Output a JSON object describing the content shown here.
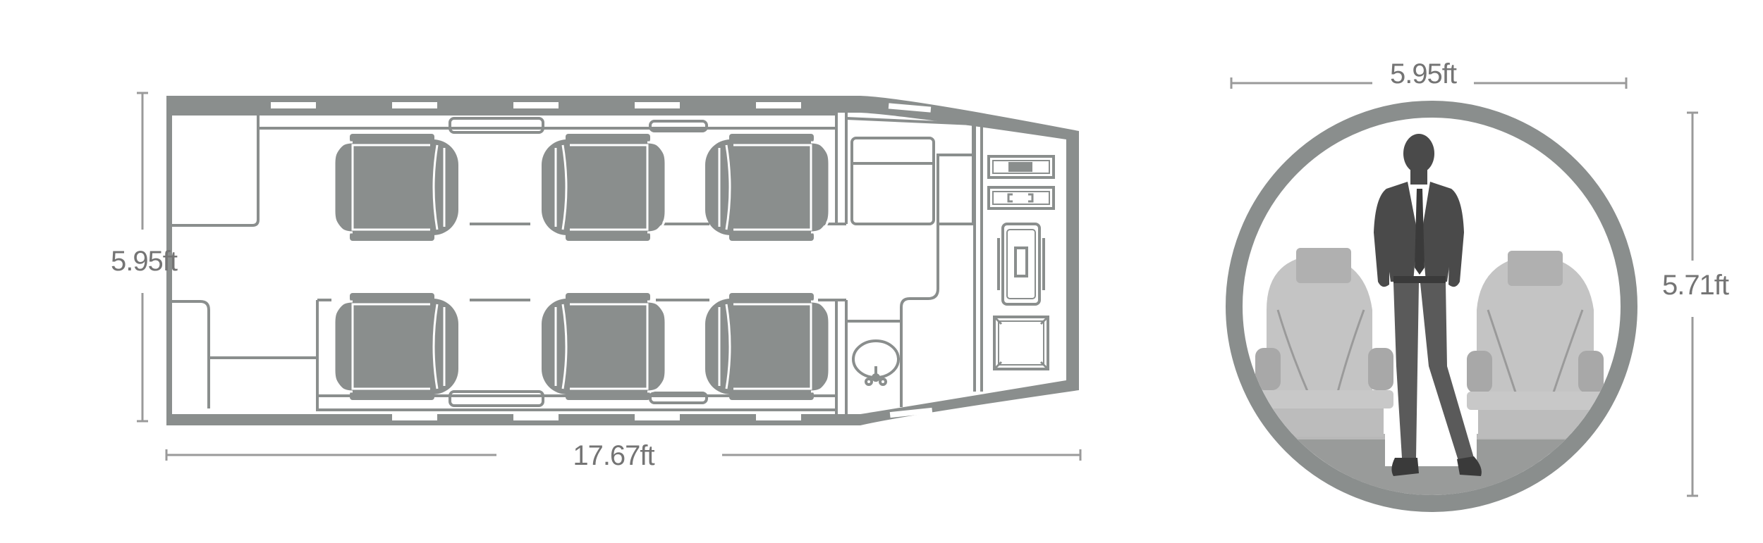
{
  "floorplan": {
    "width_label": "5.95ft",
    "length_label": "17.67ft"
  },
  "cross_section": {
    "width_label": "5.95ft",
    "height_label": "5.71ft"
  },
  "colors": {
    "hull": "#8a8e8d",
    "seat_fill": "#8a8e8d",
    "seat_outline": "#ffffff",
    "dimension_line": "#9a9a9a",
    "label": "#747474",
    "cabin_seat": "#c4c4c4",
    "floor": "#999b9a",
    "silhouette": "#4a4a4a"
  }
}
